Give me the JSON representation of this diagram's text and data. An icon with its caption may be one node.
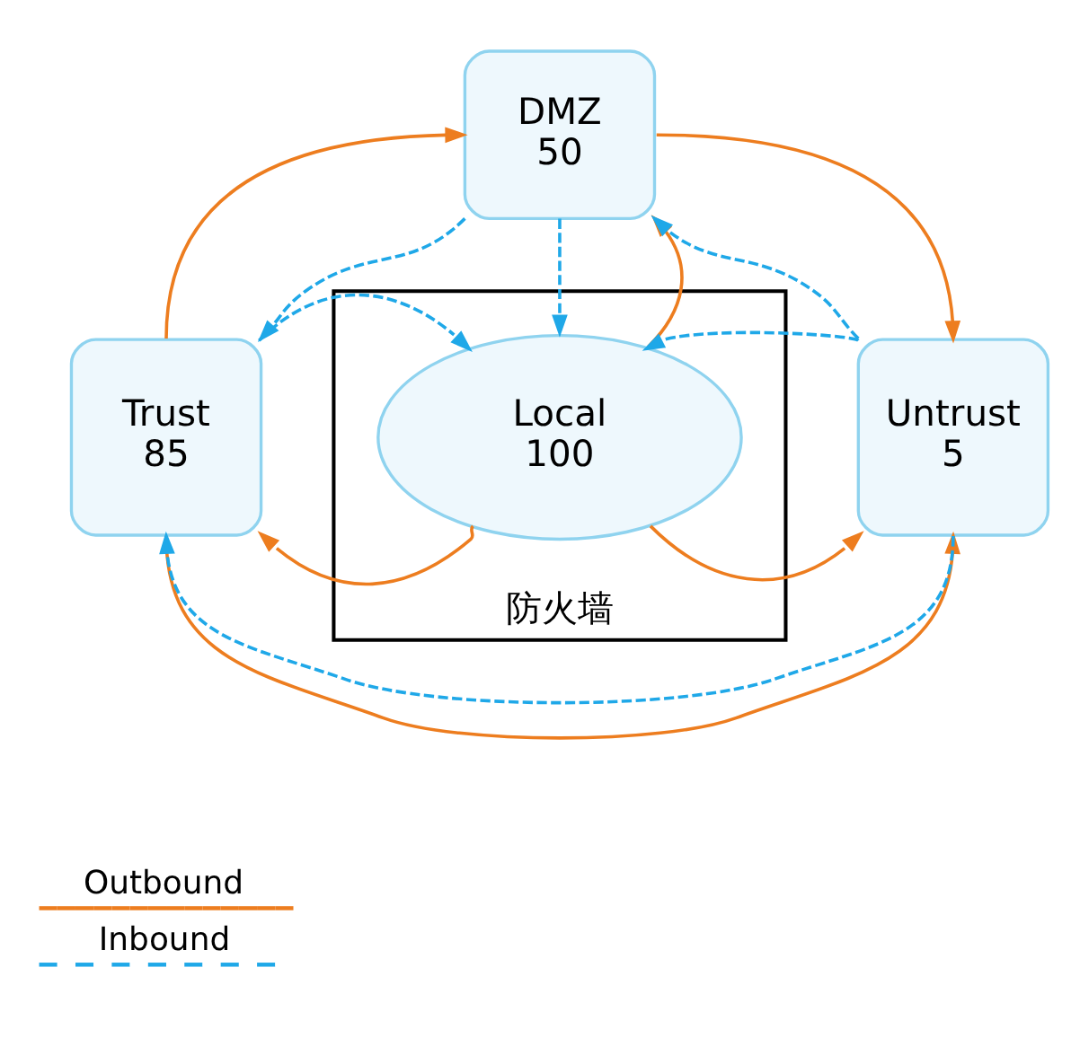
{
  "diagram": {
    "nodes": [
      {
        "text": [
          "DMZ",
          "50"
        ]
      },
      {
        "text": [
          "Trust",
          "85"
        ]
      },
      {
        "text": [
          "防火墙"
        ]
      },
      {
        "text": [
          "Local",
          "100"
        ],
        "in": 2
      },
      {
        "text": [
          "Untrust",
          "5"
        ]
      }
    ],
    "edges": [
      {
        "from": 1,
        "to": 0,
        "arrow": "to",
        "color": "#ed7d1f"
      },
      {
        "from": 0,
        "to": 1,
        "arrow": "to",
        "style": "dashed",
        "color": "#1fa8e8"
      },
      {
        "from": 0,
        "to": 4,
        "arrow": "to",
        "color": "#ed7d1f"
      },
      {
        "from": 4,
        "to": 0,
        "arrow": "to",
        "style": "dashed",
        "color": "#1fa8e8"
      },
      {
        "from": 0,
        "to": 3,
        "arrow": "to",
        "style": "dashed",
        "color": "#1fa8e8"
      },
      {
        "from": 3,
        "to": 0,
        "arrow": "to",
        "color": "#ed7d1f"
      },
      {
        "from": 1,
        "to": 3,
        "arrow": "to",
        "style": "dashed",
        "color": "#1fa8e8"
      },
      {
        "from": 3,
        "to": 1,
        "arrow": "to",
        "color": "#ed7d1f"
      },
      {
        "from": 4,
        "to": 3,
        "arrow": "to",
        "style": "dashed",
        "color": "#1fa8e8"
      },
      {
        "from": 3,
        "to": 4,
        "arrow": "to",
        "color": "#ed7d1f"
      },
      {
        "from": 4,
        "to": 1,
        "arrow": "to",
        "style": "dashed",
        "color": "#1fa8e8"
      },
      {
        "from": 1,
        "to": 4,
        "arrow": "to",
        "color": "#ed7d1f"
      }
    ],
    "legend": [
      {
        "text": "Outbound"
      },
      {
        "text": "Inbound"
      }
    ]
  }
}
